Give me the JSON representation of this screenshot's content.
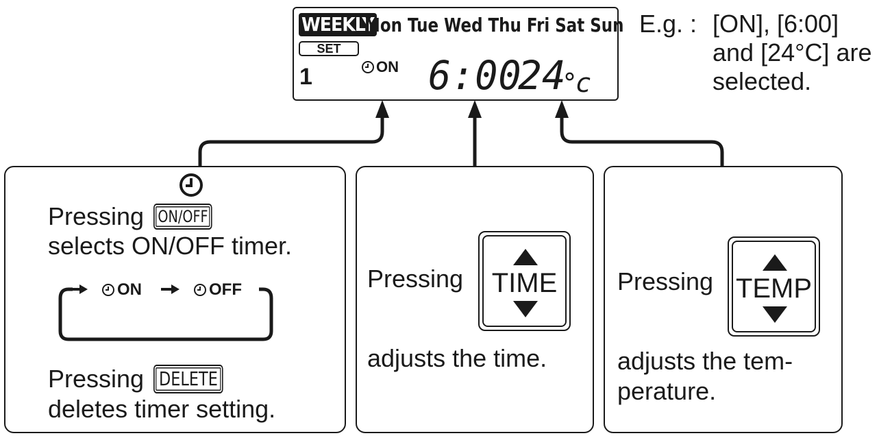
{
  "display": {
    "weekly_badge": "WEEKLY",
    "days": "Mon Tue Wed Thu Fri Sat Sun",
    "set_badge": "SET",
    "program_number": "1",
    "timer_mode": "ON",
    "time": "6:00",
    "temperature": "24",
    "temperature_unit": "°c"
  },
  "example": {
    "label": "E.g. :",
    "lines": [
      "[ON], [6:00]",
      "and [24°C] are",
      "selected."
    ]
  },
  "panel_onoff": {
    "pressing_1": "Pressing",
    "key_onoff": "ON/OFF",
    "line_2": "selects ON/OFF timer.",
    "cycle_on": "ON",
    "cycle_off": "OFF",
    "pressing_2": "Pressing",
    "key_delete": "DELETE",
    "line_4": "deletes timer setting."
  },
  "panel_time": {
    "pressing": "Pressing",
    "key": "TIME",
    "line_2": "adjusts the time."
  },
  "panel_temp": {
    "pressing": "Pressing",
    "key": "TEMP",
    "line_2a": "adjusts the tem-",
    "line_2b": "perature."
  }
}
